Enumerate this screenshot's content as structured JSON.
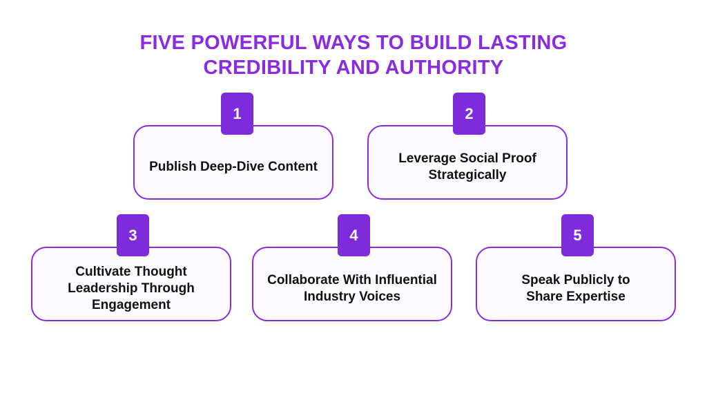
{
  "title": {
    "line1": "FIVE POWERFUL WAYS TO BUILD LASTING",
    "line2": "CREDIBILITY AND AUTHORITY"
  },
  "accent_color": "#7e2bdc",
  "items": [
    {
      "number": "1",
      "label": "Publish Deep-Dive Content"
    },
    {
      "number": "2",
      "label": "Leverage Social Proof Strategically"
    },
    {
      "number": "3",
      "label": "Cultivate Thought Leadership Through Engagement"
    },
    {
      "number": "4",
      "label": "Collaborate With Influential Industry Voices"
    },
    {
      "number": "5",
      "label": "Speak Publicly to Share Expertise"
    }
  ]
}
